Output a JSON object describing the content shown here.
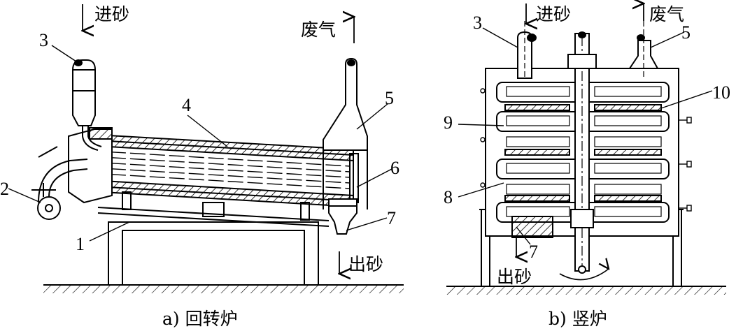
{
  "rotary": {
    "caption": "a) 回转炉",
    "sand_in": "进砂",
    "exhaust": "废气",
    "sand_out": "出砂",
    "labels": [
      "1",
      "2",
      "3",
      "4",
      "5",
      "6",
      "7"
    ]
  },
  "shaft": {
    "caption": "b) 竖炉",
    "sand_in": "进砂",
    "exhaust": "废气",
    "sand_out": "出砂",
    "labels": [
      "3",
      "5",
      "10",
      "9",
      "8",
      "7"
    ]
  }
}
